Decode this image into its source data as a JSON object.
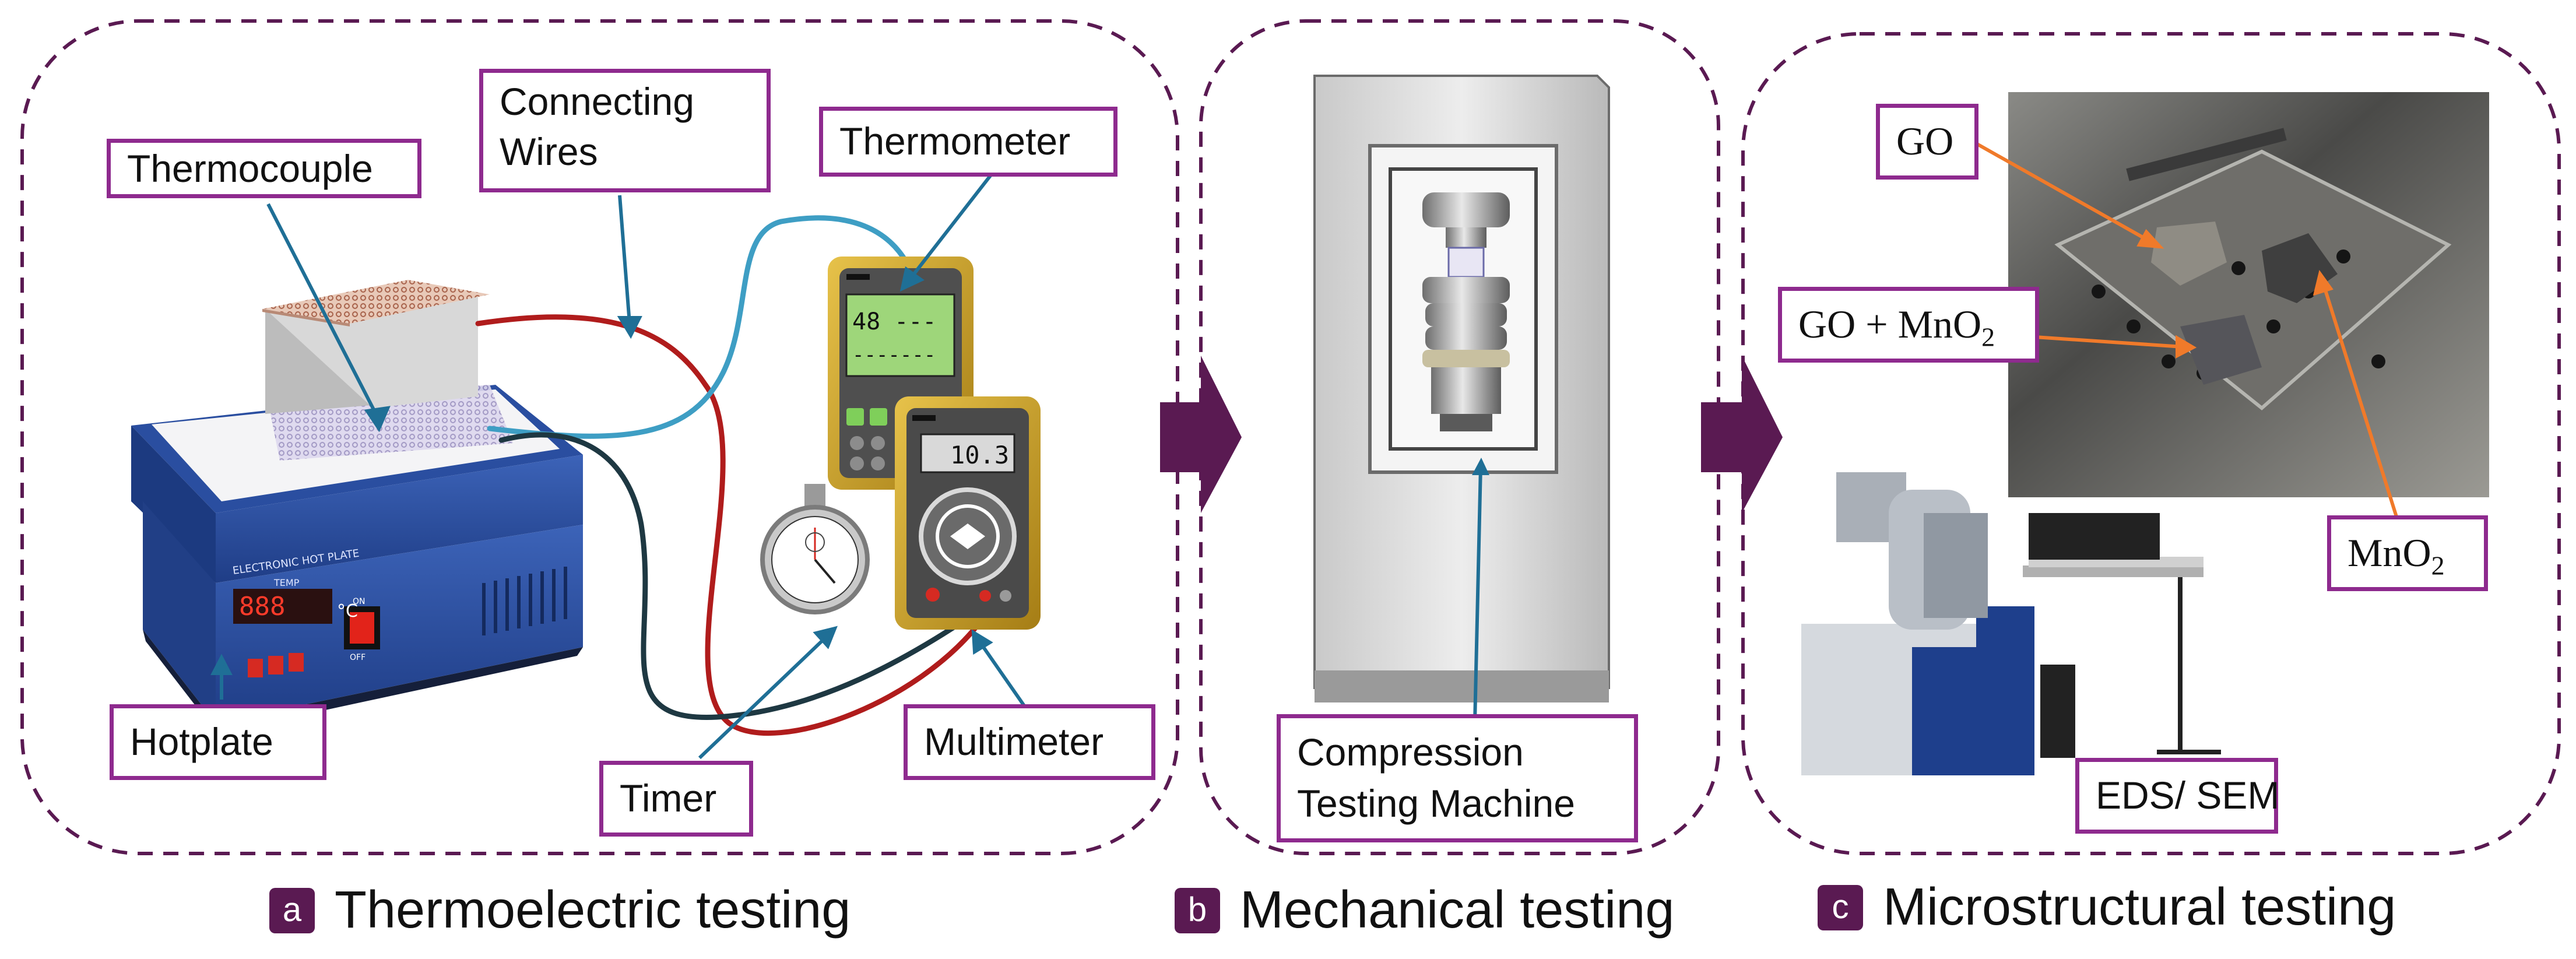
{
  "colors": {
    "panel_border": "#5a1a52",
    "label_border": "#8e2a8e",
    "arrow": "#5a1a52",
    "pointer": "#1f6f96",
    "pointer_orange": "#f07a2a",
    "badge": "#5a1a52"
  },
  "panel_a": {
    "labels": {
      "thermocouple": "Thermocouple",
      "wires_line1": "Connecting",
      "wires_line2": "Wires",
      "thermometer": "Thermometer",
      "hotplate": "Hotplate",
      "timer": "Timer",
      "multimeter": "Multimeter"
    },
    "thermometer_display": "48 ---",
    "thermometer_display_line2": "-------",
    "multimeter_display": "10.3",
    "hotplate_brand": "ELECTRONIC HOT PLATE",
    "hotplate_temp": "TEMP",
    "hotplate_unit": "°C",
    "hotplate_on": "ON",
    "hotplate_off": "OFF",
    "caption_badge": "a",
    "caption": "Thermoelectric testing"
  },
  "panel_b": {
    "labels": {
      "machine_line1": "Compression",
      "machine_line2": "Testing Machine"
    },
    "caption_badge": "b",
    "caption": "Mechanical testing"
  },
  "panel_c": {
    "labels": {
      "go": "GO",
      "go_mno2_prefix": "GO + MnO",
      "go_mno2_sub": "2",
      "mno2_prefix": "MnO",
      "mno2_sub": "2",
      "eds_sem": "EDS/ SEM"
    },
    "caption_badge": "c",
    "caption": "Microstructural testing"
  }
}
